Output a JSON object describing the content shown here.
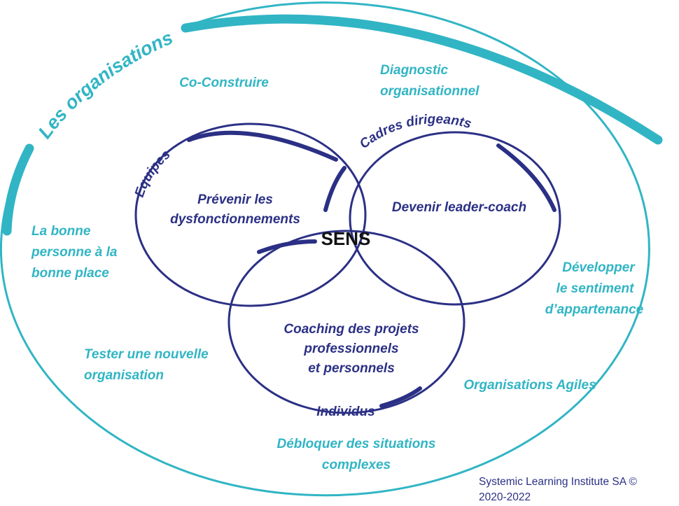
{
  "colors": {
    "teal": "#31b5c4",
    "navy": "#2b3085",
    "center": "#111111"
  },
  "outer": {
    "title": "Les organisations",
    "labels": {
      "co_construire": "Co-Construire",
      "diagnostic": [
        "Diagnostic",
        "organisationnel"
      ],
      "bonne_personne": [
        "La bonne",
        "personne à la",
        "bonne place"
      ],
      "developper": [
        "Développer",
        "le sentiment",
        "d’appartenance"
      ],
      "tester": [
        "Tester une nouvelle",
        "organisation"
      ],
      "agiles": "Organisations Agiles",
      "debloquer": [
        "Débloquer des situations",
        "complexes"
      ]
    }
  },
  "circles": {
    "equipes": {
      "name": "Equipes",
      "content": [
        "Prévenir les",
        "dysfonctionnements"
      ]
    },
    "cadres": {
      "name": "Cadres dirigeants",
      "content": [
        "Devenir leader-coach"
      ]
    },
    "individus": {
      "name": "Individus",
      "content": [
        "Coaching des projets",
        "professionnels",
        "et personnels"
      ]
    }
  },
  "center": "SENS",
  "credit": [
    "Systemic Learning Institute SA ©",
    "2020-2022"
  ]
}
